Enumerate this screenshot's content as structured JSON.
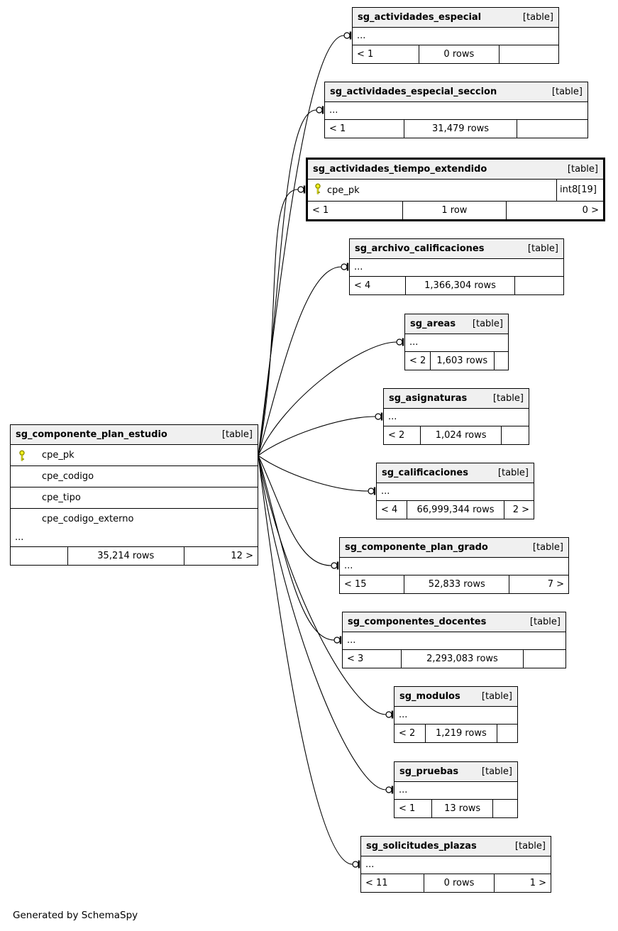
{
  "footer_note": "Generated by SchemaSpy",
  "colors": {
    "header_bg": "#f0f0f0",
    "border": "#000000",
    "key_icon": "#f2f21d"
  },
  "main_table": {
    "name": "sg_componente_plan_estudio",
    "tag": "[table]",
    "columns": [
      "cpe_pk",
      "cpe_codigo",
      "cpe_tipo",
      "cpe_codigo_externo"
    ],
    "ellipsis": "...",
    "stats": {
      "parents": "",
      "rows": "35,214 rows",
      "children": "12 >"
    }
  },
  "tables": [
    {
      "name": "sg_actividades_especial",
      "tag": "[table]",
      "ellipsis": "...",
      "stats": {
        "parents": "< 1",
        "rows": "0 rows",
        "children": ""
      }
    },
    {
      "name": "sg_actividades_especial_seccion",
      "tag": "[table]",
      "ellipsis": "...",
      "stats": {
        "parents": "< 1",
        "rows": "31,479 rows",
        "children": ""
      }
    },
    {
      "name": "sg_actividades_tiempo_extendido",
      "tag": "[table]",
      "column": {
        "name": "cpe_pk",
        "type": "int8[19]"
      },
      "stats": {
        "parents": "< 1",
        "rows": "1 row",
        "children": "0 >"
      }
    },
    {
      "name": "sg_archivo_calificaciones",
      "tag": "[table]",
      "ellipsis": "...",
      "stats": {
        "parents": "< 4",
        "rows": "1,366,304 rows",
        "children": ""
      }
    },
    {
      "name": "sg_areas",
      "tag": "[table]",
      "ellipsis": "...",
      "stats": {
        "parents": "< 2",
        "rows": "1,603 rows",
        "children": ""
      }
    },
    {
      "name": "sg_asignaturas",
      "tag": "[table]",
      "ellipsis": "...",
      "stats": {
        "parents": "< 2",
        "rows": "1,024 rows",
        "children": ""
      }
    },
    {
      "name": "sg_calificaciones",
      "tag": "[table]",
      "ellipsis": "...",
      "stats": {
        "parents": "< 4",
        "rows": "66,999,344 rows",
        "children": "2 >"
      }
    },
    {
      "name": "sg_componente_plan_grado",
      "tag": "[table]",
      "ellipsis": "...",
      "stats": {
        "parents": "< 15",
        "rows": "52,833 rows",
        "children": "7 >"
      }
    },
    {
      "name": "sg_componentes_docentes",
      "tag": "[table]",
      "ellipsis": "...",
      "stats": {
        "parents": "< 3",
        "rows": "2,293,083 rows",
        "children": ""
      }
    },
    {
      "name": "sg_modulos",
      "tag": "[table]",
      "ellipsis": "...",
      "stats": {
        "parents": "< 2",
        "rows": "1,219 rows",
        "children": ""
      }
    },
    {
      "name": "sg_pruebas",
      "tag": "[table]",
      "ellipsis": "...",
      "stats": {
        "parents": "< 1",
        "rows": "13 rows",
        "children": ""
      }
    },
    {
      "name": "sg_solicitudes_plazas",
      "tag": "[table]",
      "ellipsis": "...",
      "stats": {
        "parents": "< 11",
        "rows": "0 rows",
        "children": "1 >"
      }
    }
  ]
}
